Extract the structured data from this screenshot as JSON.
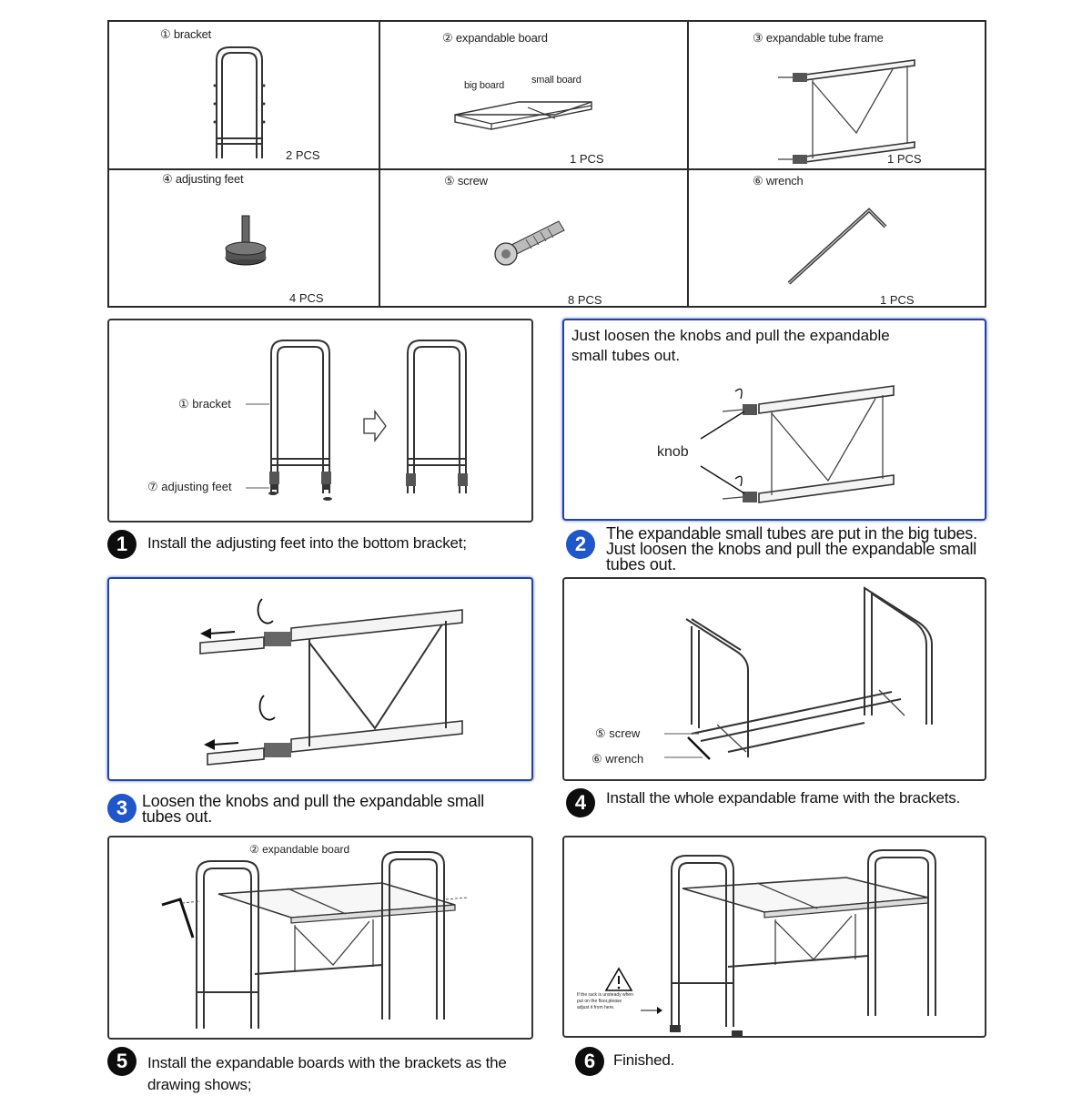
{
  "parts": [
    {
      "label": "① bracket",
      "qty": "2 PCS",
      "icon": "bracket-icon"
    },
    {
      "label": "② expandable board",
      "qty": "1 PCS",
      "icon": "board-icon",
      "sub_labels": [
        "big board",
        "small board"
      ]
    },
    {
      "label": "③ expandable tube frame",
      "qty": "1 PCS",
      "icon": "tube-frame-icon"
    },
    {
      "label": "④ adjusting feet",
      "qty": "4 PCS",
      "icon": "adjusting-foot-icon"
    },
    {
      "label": "⑤ screw",
      "qty": "8 PCS",
      "icon": "screw-icon"
    },
    {
      "label": "⑥ wrench",
      "qty": "1 PCS",
      "icon": "wrench-icon"
    }
  ],
  "steps": [
    {
      "number": "1",
      "caption": "Install the adjusting feet into the bottom bracket;",
      "callouts": [
        "① bracket",
        "⑦ adjusting feet"
      ]
    },
    {
      "number": "2",
      "caption": "The expandable small tubes are put in the big tubes. Just loosen the knobs and pull the expandable small tubes out.",
      "panel_note": "Just loosen the knobs and pull the expandable small tubes out.",
      "callouts": [
        "knob"
      ]
    },
    {
      "number": "3",
      "caption": "Loosen the knobs and pull the expandable small tubes out."
    },
    {
      "number": "4",
      "caption": "Install the whole expandable frame with the brackets.",
      "callouts": [
        "⑤ screw",
        "⑥ wrench"
      ]
    },
    {
      "number": "5",
      "caption": "Install the expandable boards with the brackets as the drawing shows;",
      "callouts": [
        "② expandable board"
      ]
    },
    {
      "number": "6",
      "caption": "Finished.",
      "warning_note": [
        "If the rack is unsteady when",
        "put on the floor,please",
        "adjust it from here."
      ]
    }
  ],
  "colors": {
    "accent_blue": "#1f56c9",
    "line": "#333333"
  }
}
